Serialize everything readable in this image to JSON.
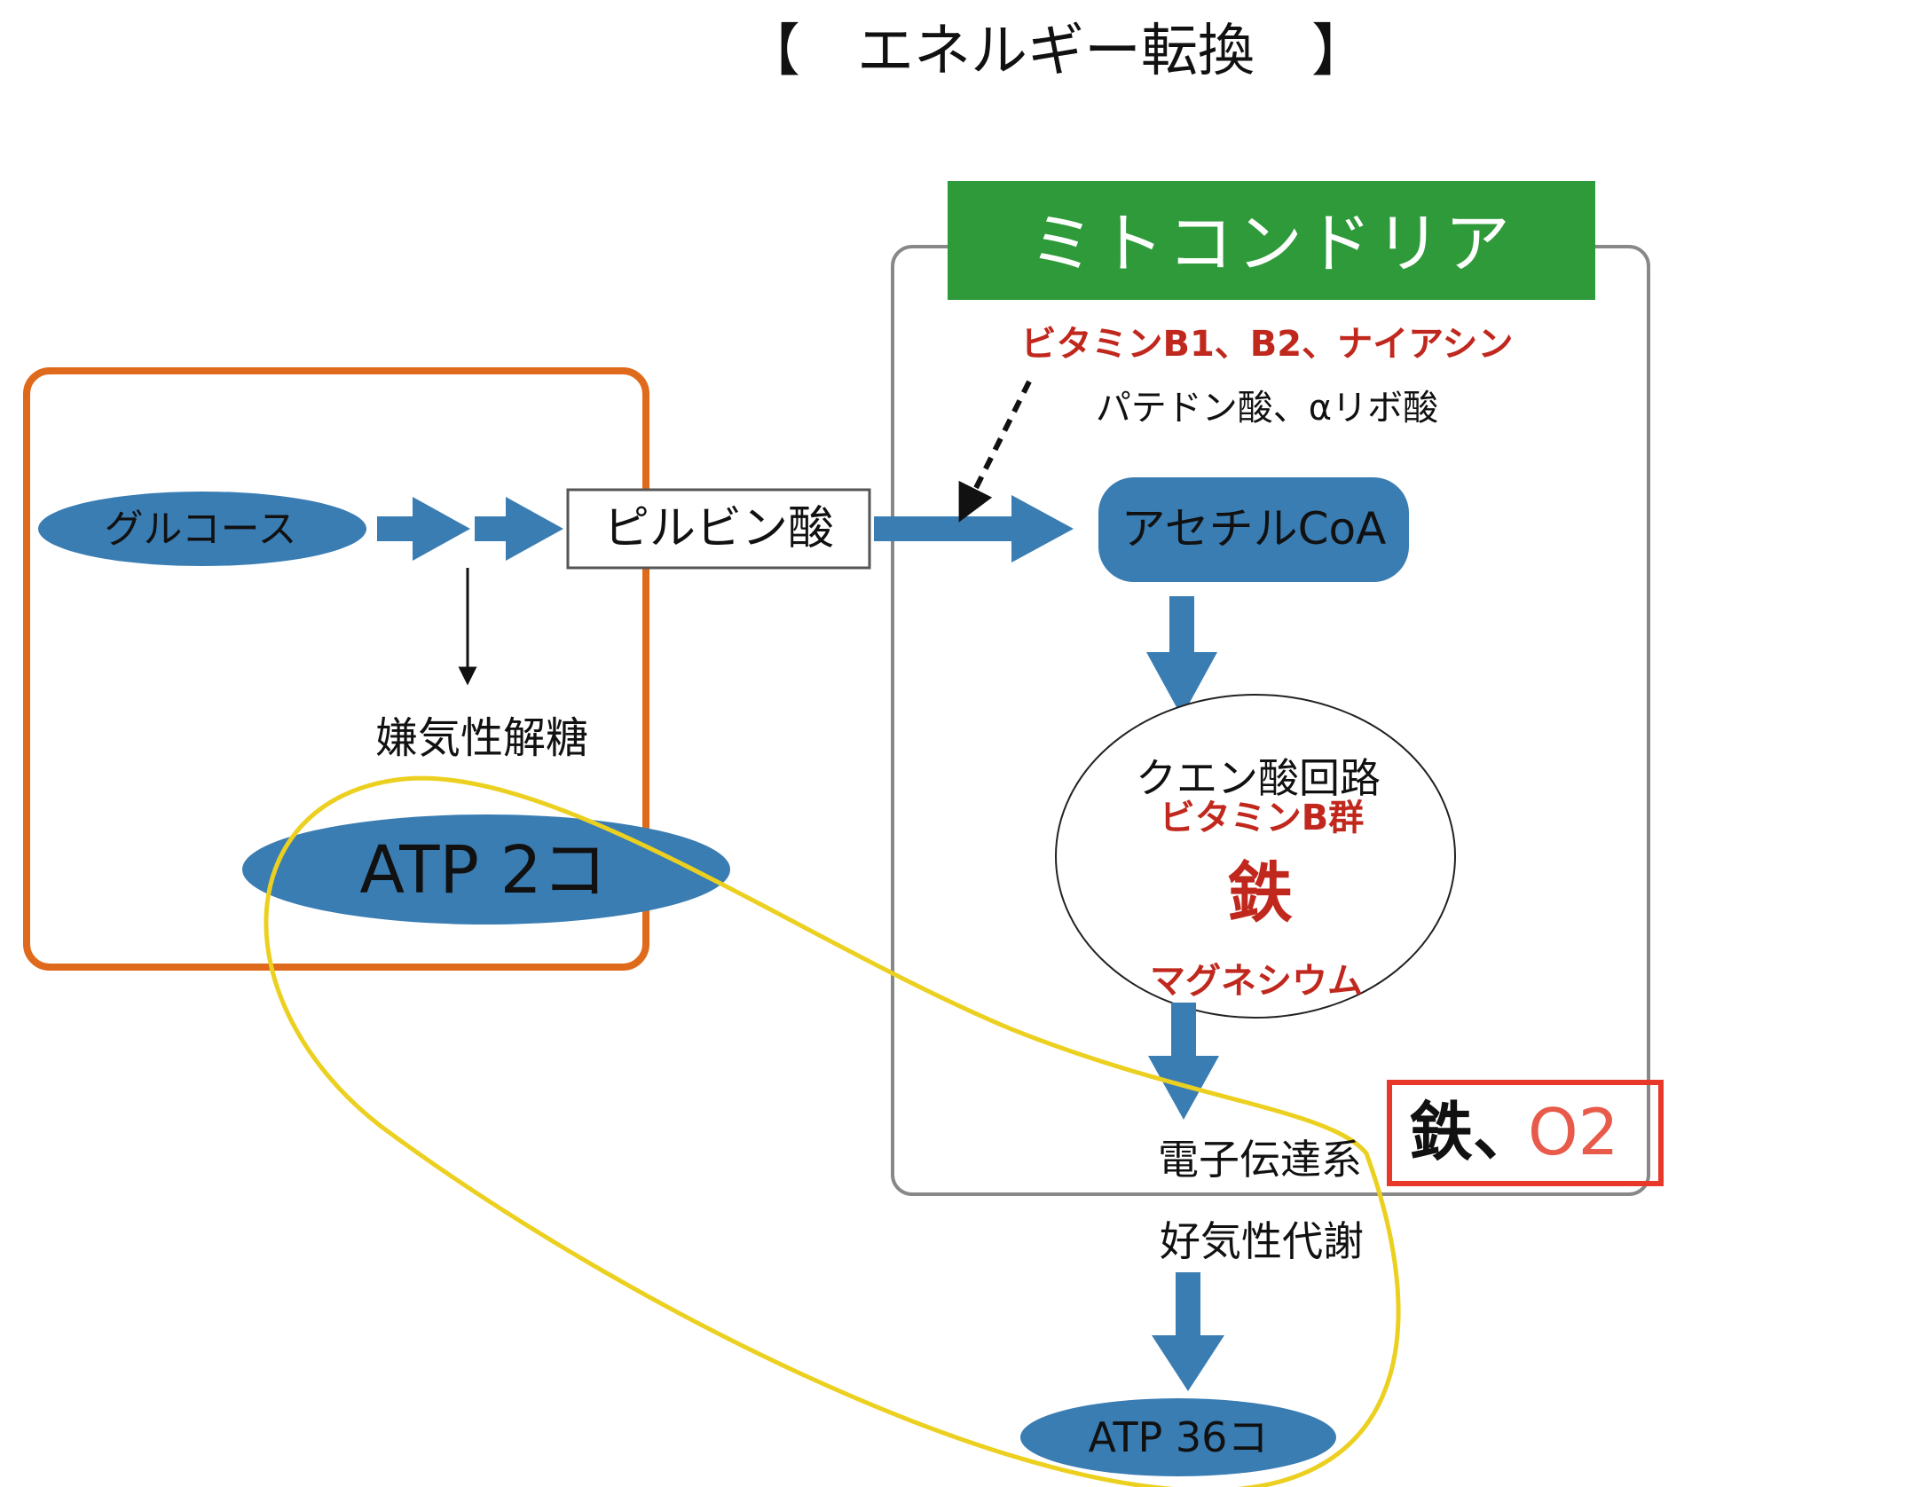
{
  "title": "【　エネルギー転換　】",
  "mitochondria": {
    "header": "ミトコンドリア",
    "cofactors_red": "ビタミンB1、B2、ナイアシン",
    "cofactors_black": "パテドン酸、αリボ酸"
  },
  "nodes": {
    "glucose": "グルコース",
    "pyruvate": "ピルビン酸",
    "acetyl_coa": "アセチルCoA",
    "citric_cycle": "クエン酸回路",
    "citric_vitamin": "ビタミンB群",
    "citric_iron": "鉄",
    "citric_magnesium": "マグネシウム",
    "electron_transport": "電子伝達系",
    "aerobic": "好気性代謝",
    "anaerobic": "嫌気性解糖",
    "atp_anaerobic": "ATP 2コ",
    "atp_aerobic": "ATP 36コ"
  },
  "callout": {
    "iron": "鉄、",
    "oxygen": "O2"
  },
  "colors": {
    "blue": "#3a7db3",
    "green": "#2e9a3a",
    "orange": "#e06a1c",
    "yellow": "#ecd020",
    "red": "#c0281e",
    "o2": "#e85a4a"
  }
}
